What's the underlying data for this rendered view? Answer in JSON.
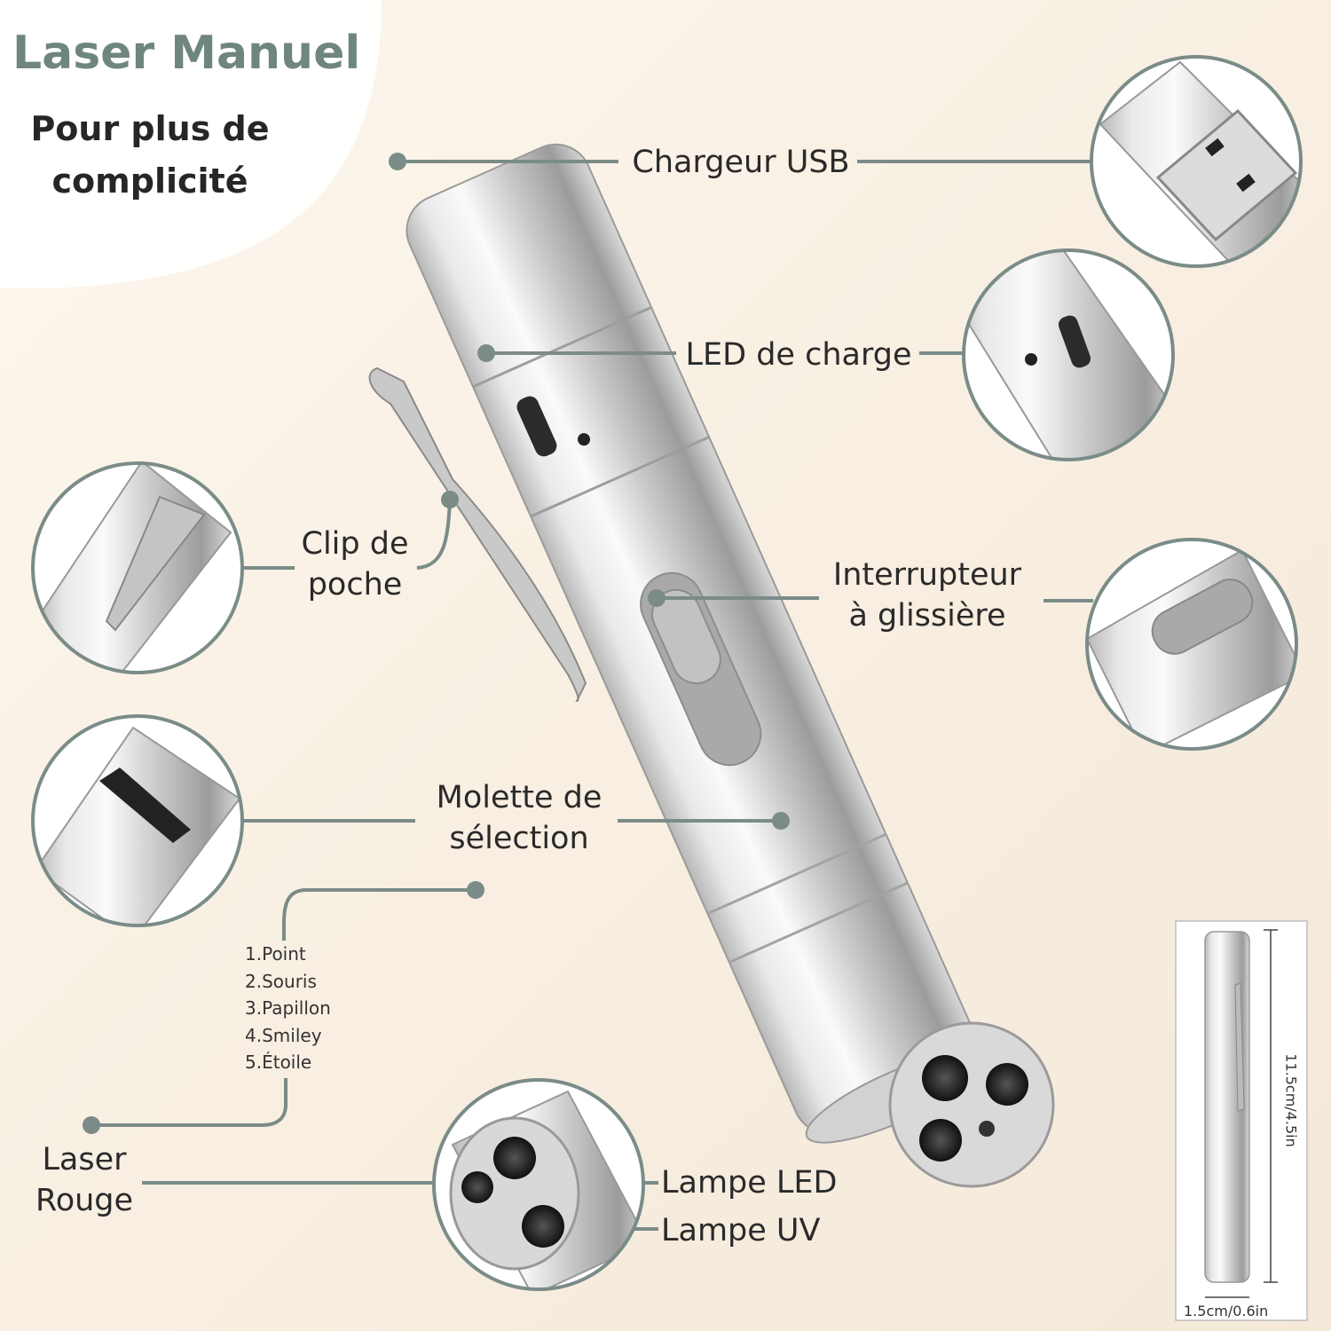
{
  "title": "Laser Manuel",
  "subtitle": "Pour plus de complicité",
  "colors": {
    "accent": "#7b8c88",
    "metal_light": "#f2f2f2",
    "metal_dark": "#8a8a8a"
  },
  "labels": {
    "usb": "Chargeur USB",
    "led_charge": "LED de charge",
    "clip": "Clip de\npoche",
    "switch": "Interrupteur\nà glissière",
    "wheel": "Molette de\nsélection",
    "laser": "Laser\nRouge",
    "led_lamp": "Lampe LED",
    "uv_lamp": "Lampe UV"
  },
  "modes": [
    {
      "num": "1.",
      "name": "Point"
    },
    {
      "num": "2.",
      "name": "Souris"
    },
    {
      "num": "3.",
      "name": "Papillon"
    },
    {
      "num": "4.",
      "name": "Smiley"
    },
    {
      "num": "5.",
      "name": "Étoile"
    }
  ],
  "dimensions": {
    "length": "11.5cm/4.5in",
    "width": "1.5cm/0.6in"
  }
}
